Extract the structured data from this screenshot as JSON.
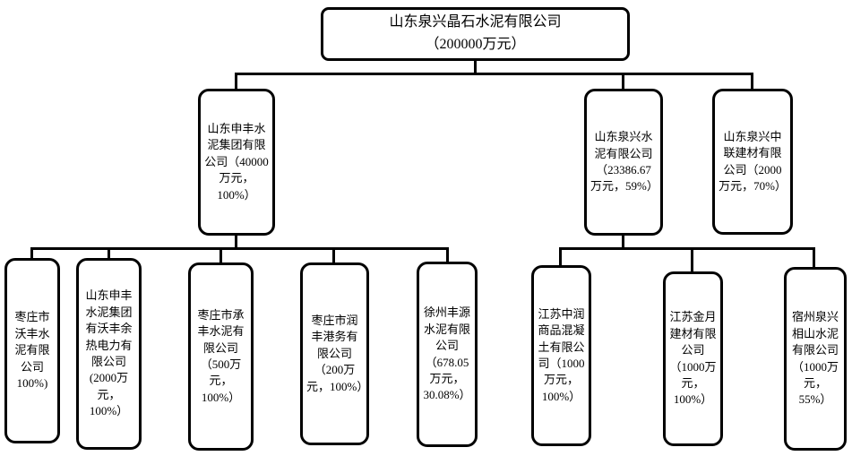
{
  "colors": {
    "ink": "#000000",
    "background": "#ffffff"
  },
  "org_chart": {
    "root": {
      "name": "山东泉兴晶石水泥有限公司",
      "capital": "（200000万元）",
      "children": [
        {
          "label": "山东申丰水泥集团有限公司（40000万元，100%）",
          "children": [
            {
              "label": "枣庄市沃丰水泥有限公司 100%)"
            },
            {
              "label": "山东申丰水泥集团有沃丰余热电力有限公司(2000万元，100%）"
            },
            {
              "label": "枣庄市承丰水泥有限公司（500万元，100%）"
            },
            {
              "label": "枣庄市润丰港务有限公司（200万元，100%）"
            },
            {
              "label": "徐州丰源水泥有限公司（678.05万元，30.08%）"
            }
          ]
        },
        {
          "label": "山东泉兴水泥有限公司（23386.67万元，59%）",
          "children": [
            {
              "label": "江苏中润商品混凝土有限公司（1000万元，100%）"
            },
            {
              "label": "江苏金月建材有限公司（1000万元，100%）"
            },
            {
              "label": "宿州泉兴相山水泥有限公司（1000万元，55%）"
            }
          ]
        },
        {
          "label": "山东泉兴中联建材有限公司（2000万元，70%）",
          "children": []
        }
      ]
    }
  }
}
